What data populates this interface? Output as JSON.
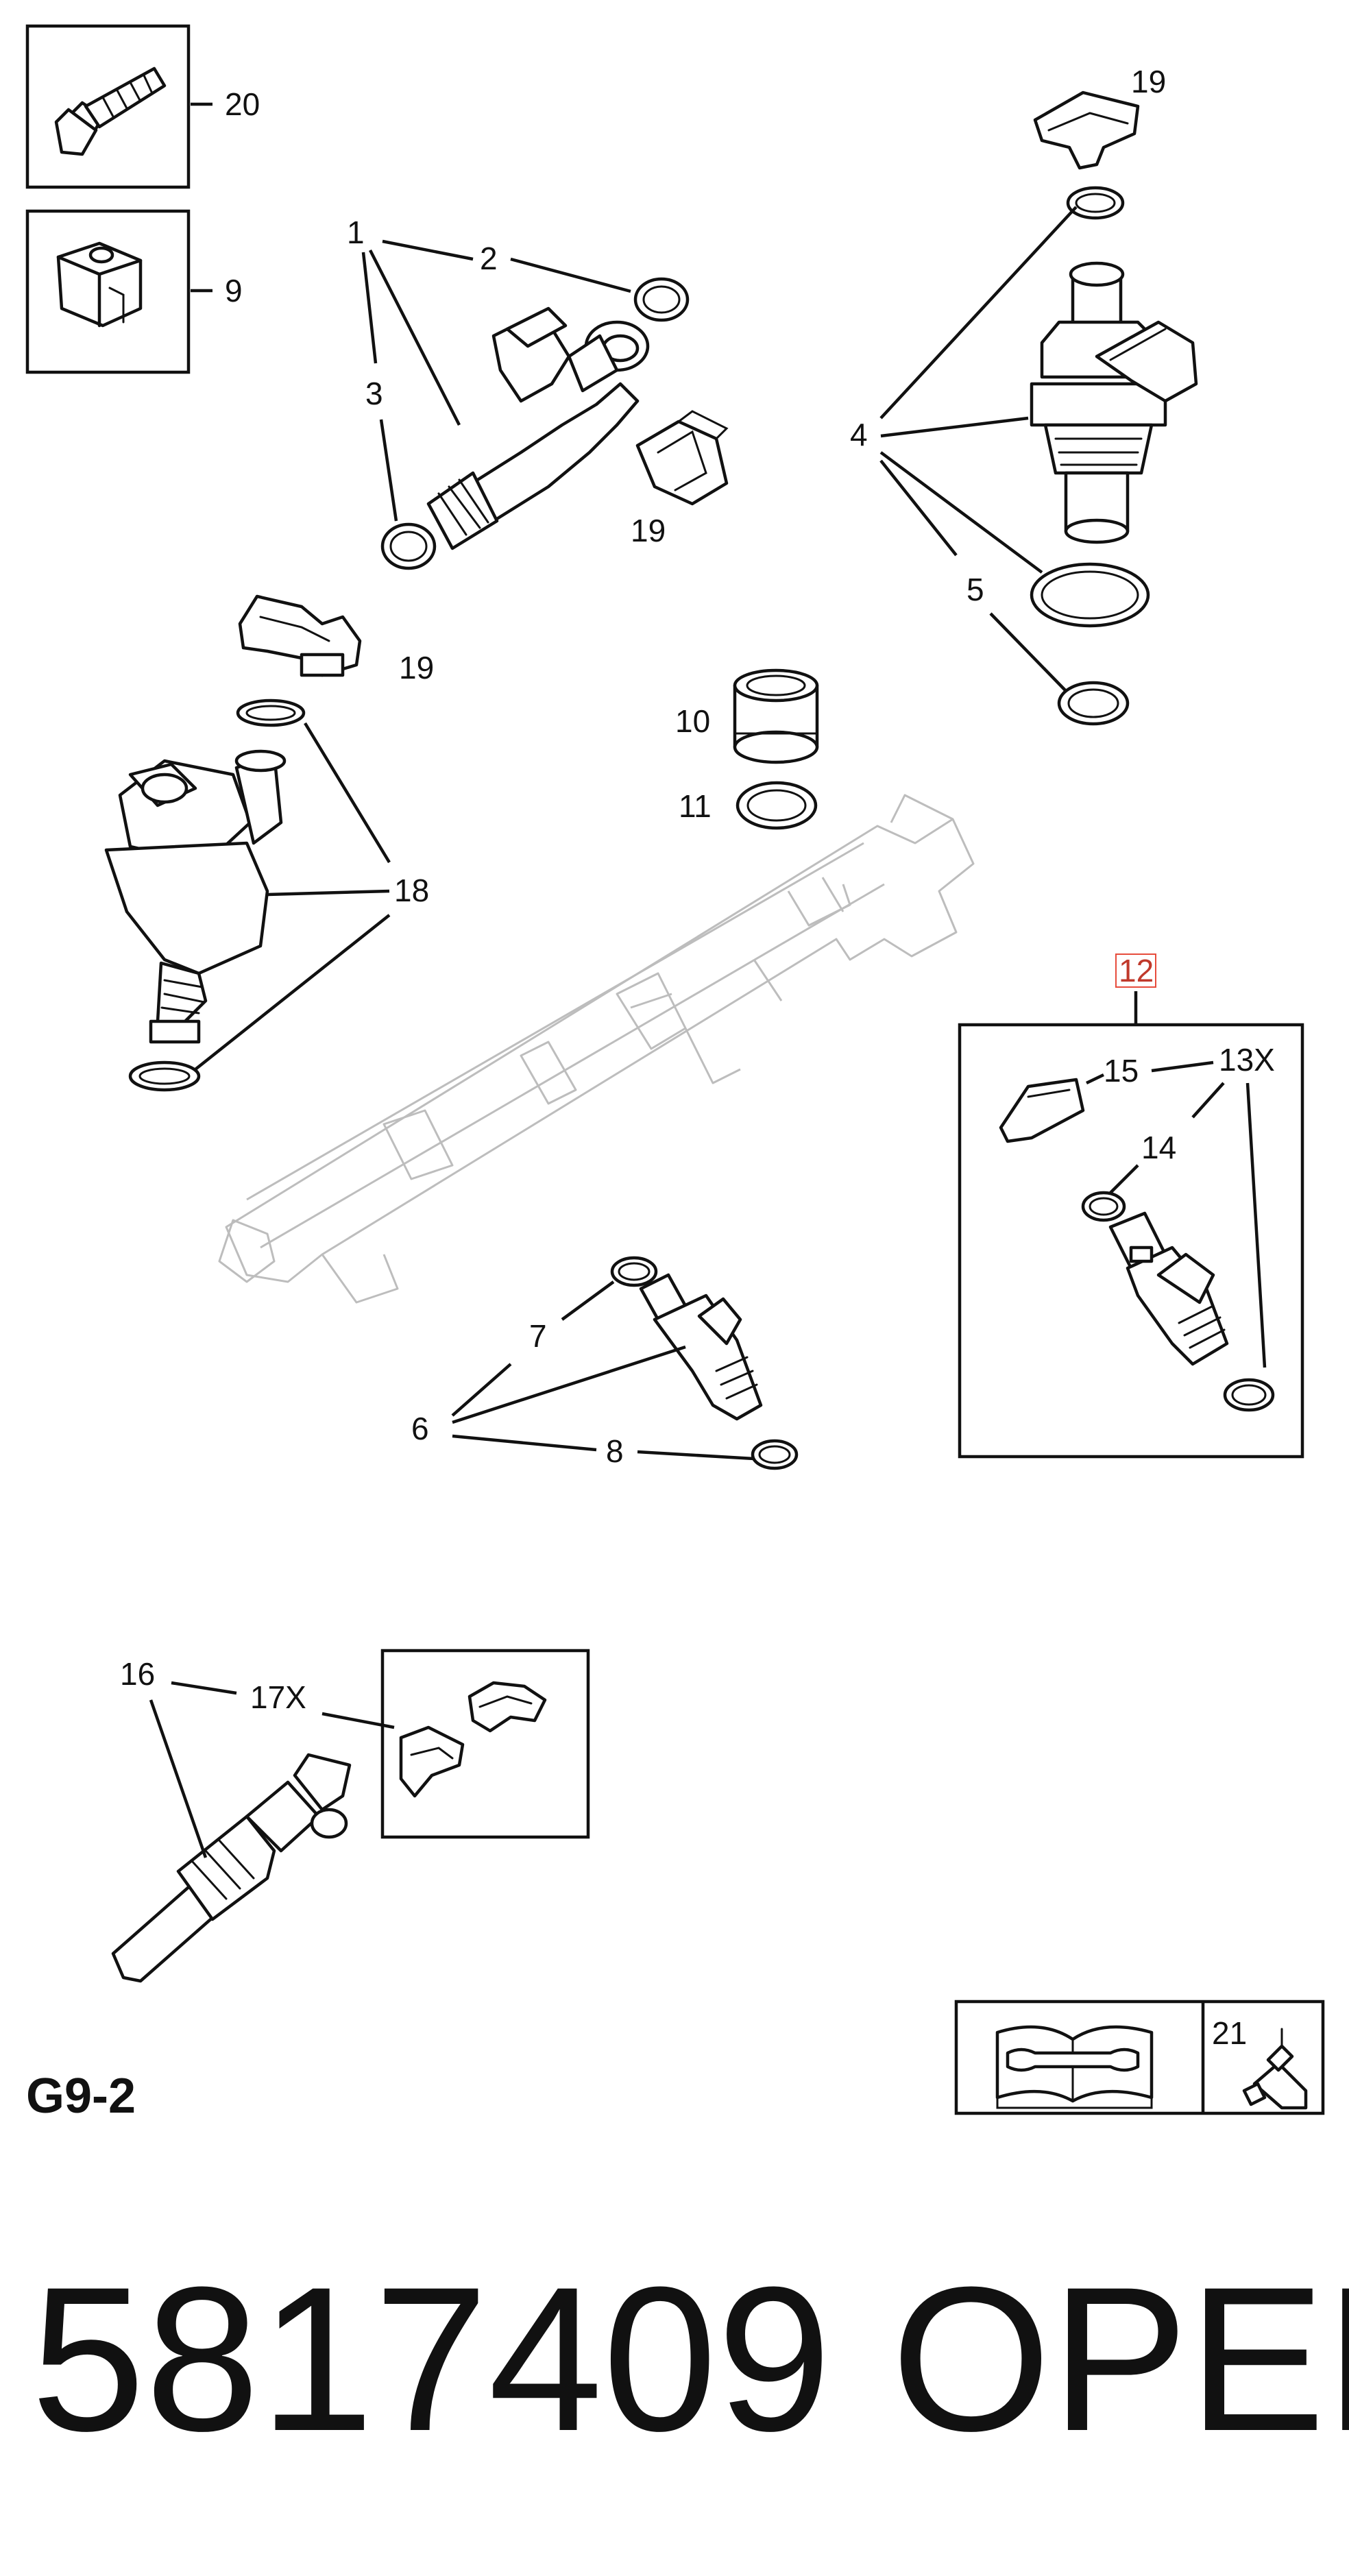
{
  "diagram": {
    "section_code": "G9-2",
    "part_number": "5817409",
    "brand": "OPEL",
    "callouts": {
      "c20": "20",
      "c9": "9",
      "c1": "1",
      "c2": "2",
      "c3": "3",
      "c19a": "19",
      "c19b": "19",
      "c19c": "19",
      "c4": "4",
      "c5": "5",
      "c10": "10",
      "c11": "11",
      "c18": "18",
      "c12": "12",
      "c15": "15",
      "c13x": "13X",
      "c14": "14",
      "c7": "7",
      "c6": "6",
      "c8": "8",
      "c16": "16",
      "c17x": "17X",
      "c21": "21"
    },
    "highlight_color": "#e74c3c"
  }
}
